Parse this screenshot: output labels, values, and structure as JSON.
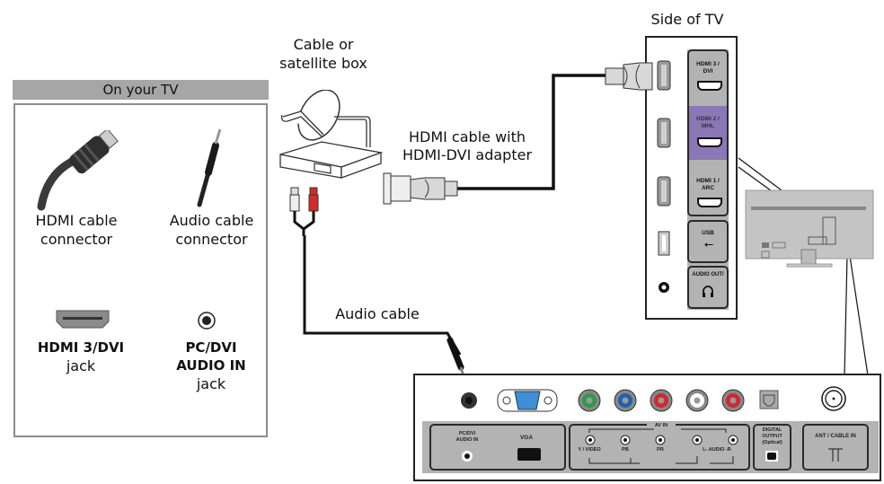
{
  "legend": {
    "title": "On your TV",
    "items": [
      {
        "icon": "hdmi-plug-icon",
        "line1": "HDMI cable",
        "line2": "connector"
      },
      {
        "icon": "audio-plug-icon",
        "line1": "Audio cable",
        "line2": "connector"
      },
      {
        "icon": "hdmi-jack-icon",
        "line1": "HDMI 3/DVI",
        "line2": "jack"
      },
      {
        "icon": "audio-jack-icon",
        "line1": "PC/DVI",
        "line2": "AUDIO IN",
        "line3": "jack"
      }
    ]
  },
  "source_device": {
    "label_line1": "Cable or",
    "label_line2": "satellite box"
  },
  "cables": {
    "hdmi_line1": "HDMI cable with",
    "hdmi_line2": "HDMI-DVI adapter",
    "audio": "Audio cable"
  },
  "side_panel": {
    "title": "Side of TV",
    "ports": [
      {
        "label_line1": "HDMI 3 /",
        "label_line2": "DVI",
        "highlight": false
      },
      {
        "label_line1": "HDMI 2 /",
        "label_line2": "MHL",
        "highlight": true
      },
      {
        "label_line1": "HDMI 1 /",
        "label_line2": "ARC",
        "highlight": false
      },
      {
        "label_line1": "USB",
        "label_line2": "",
        "highlight": false
      },
      {
        "label_line1": "AUDIO OUT/",
        "label_line2": "",
        "highlight": false
      }
    ]
  },
  "back_panel": {
    "pc_dvi_line1": "PC/DVI",
    "pc_dvi_line2": "AUDIO IN",
    "vga": "VGA",
    "av_in": "AV IN",
    "y_video": "Y / VIDEO",
    "pb": "PB",
    "pr": "PR",
    "audio_l": "L-  AUDIO  -R",
    "digital_line1": "DIGITAL",
    "digital_line2": "OUTPUT",
    "digital_line3": "(Optical)",
    "ant": "ANT / CABLE IN"
  },
  "colors": {
    "highlight_port": "#8a77b5",
    "panel_gray": "#b3b3b3",
    "header_gray": "#a6a6a6",
    "green_jack": "#2e9a47",
    "blue_jack": "#1f5fb0",
    "red_jack": "#d3262d",
    "white_jack": "#ffffff",
    "vga_blue": "#3d8fd6"
  }
}
